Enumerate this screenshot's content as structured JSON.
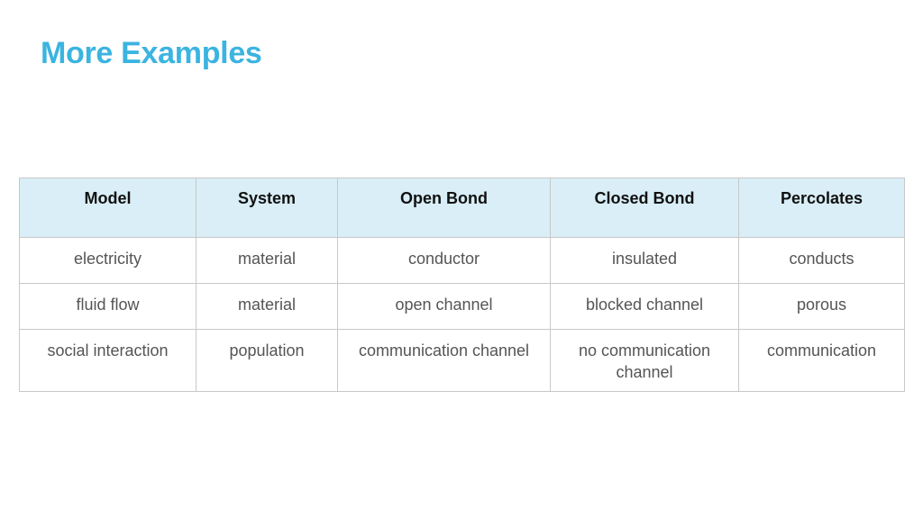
{
  "slide": {
    "title": "More Examples"
  },
  "table": {
    "headers": [
      "Model",
      "System",
      "Open Bond",
      "Closed Bond",
      "Percolates"
    ],
    "rows": [
      [
        "electricity",
        "material",
        "conductor",
        "insulated",
        "conducts"
      ],
      [
        "fluid flow",
        "material",
        "open channel",
        "blocked channel",
        "porous"
      ],
      [
        "social interaction",
        "population",
        "communication channel",
        "no communication channel",
        "communication"
      ]
    ]
  },
  "colors": {
    "title": "#3bb4e0",
    "header_background": "#d9eef7",
    "border": "#c8c8c8"
  }
}
